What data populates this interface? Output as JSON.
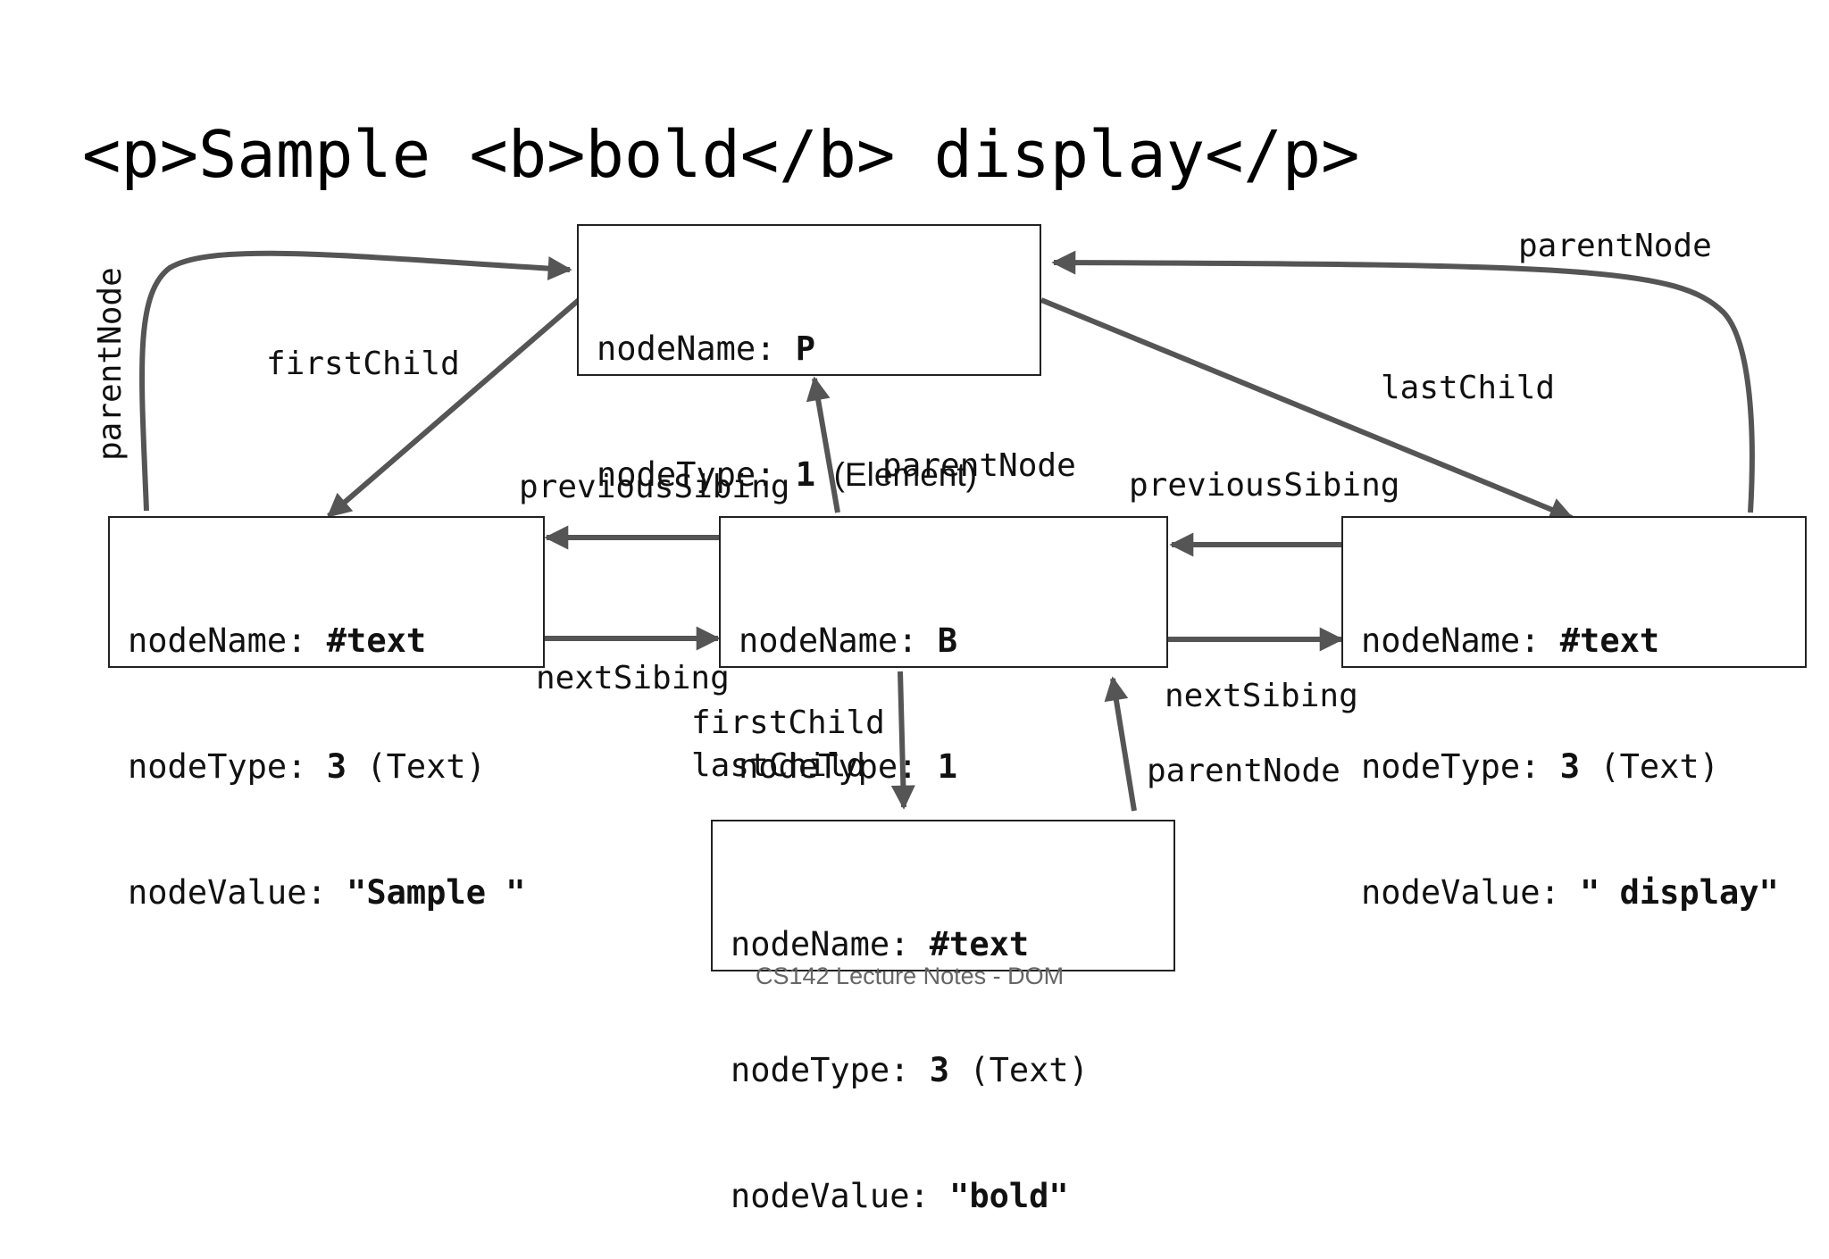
{
  "title": "<p>Sample <b>bold</b> display</p>",
  "nodes": {
    "p": {
      "name_key": "nodeName: ",
      "name_val": "P",
      "type_key": "nodeType: ",
      "type_val": "1",
      "type_note": "  (Element)"
    },
    "sample": {
      "name_key": "nodeName: ",
      "name_val": "#text",
      "type_key": "nodeType: ",
      "type_val": "3",
      "type_note": " (Text)",
      "value_key": "nodeValue: ",
      "value_val": "\"Sample \""
    },
    "b": {
      "name_key": "nodeName: ",
      "name_val": "B",
      "type_key": "nodeType: ",
      "type_val": "1"
    },
    "display": {
      "name_key": "nodeName: ",
      "name_val": "#text",
      "type_key": "nodeType: ",
      "type_val": "3",
      "type_note": " (Text)",
      "value_key": "nodeValue: ",
      "value_val": "\" display\""
    },
    "bold": {
      "name_key": "nodeName: ",
      "name_val": "#text",
      "type_key": "nodeType: ",
      "type_val": "3",
      "type_note": " (Text)",
      "value_key": "nodeValue: ",
      "value_val": "\"bold\""
    }
  },
  "labels": {
    "parent_left": "parentNode",
    "first_child_top": "firstChild",
    "previous_left": "previousSibing",
    "parent_center": "parentNode",
    "previous_right": "previousSibing",
    "parent_right": "parentNode",
    "last_child_top": "lastChild",
    "next_left": "nextSibing",
    "first_child_bottom": "firstChild",
    "last_child_bottom": "lastChild",
    "next_right": "nextSibing",
    "parent_bottom": "parentNode"
  },
  "footer": "CS142 Lecture Notes - DOM"
}
